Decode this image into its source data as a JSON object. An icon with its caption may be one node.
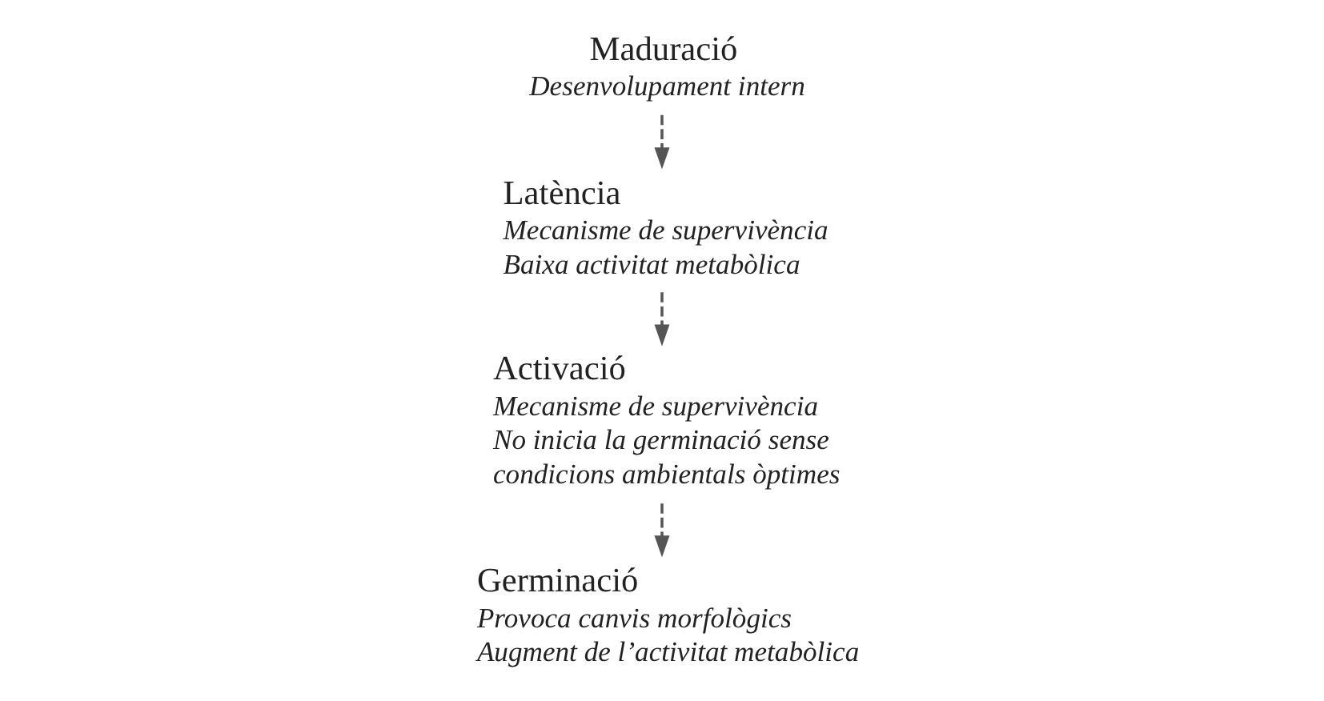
{
  "diagram": {
    "nodes": [
      {
        "text": [
          "Maduració",
          "Desenvolupament intern"
        ]
      },
      {
        "text": [
          "Latència",
          "Mecanisme de supervivència",
          "Baixa activitat metabòlica"
        ]
      },
      {
        "text": [
          "Activació",
          "Mecanisme de supervivència",
          "No inicia la germinació sense condicions ambientals òptimes"
        ]
      },
      {
        "text": [
          "Germinació",
          "Provoca canvis morfològics",
          "Augment de l’activitat metabòlica"
        ]
      }
    ],
    "edges": [
      {
        "from": 0,
        "to": 1,
        "arrow": "to",
        "style": "dashed"
      },
      {
        "from": 1,
        "to": 2,
        "arrow": "to",
        "style": "dashed"
      },
      {
        "from": 2,
        "to": 3,
        "arrow": "to",
        "style": "dashed"
      }
    ]
  }
}
